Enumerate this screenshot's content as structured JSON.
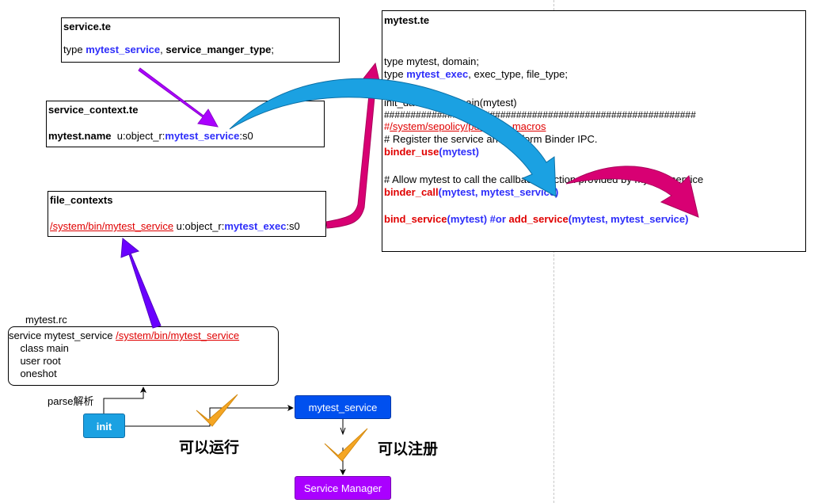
{
  "service_te": {
    "title": "service.te",
    "type_kw": "type ",
    "type_name": "mytest_service",
    "sep": ", ",
    "type_attr": "service_manger_type",
    "end": ";"
  },
  "service_context_te": {
    "title": "service_context.te",
    "name": "mytest.name",
    "ctx_prefix": "  u:object_r:",
    "ctx_type": "mytest_service",
    "ctx_suffix": ":s0"
  },
  "file_contexts": {
    "title": "file_contexts",
    "path": "/system/bin/mytest_service",
    "ctx_prefix": " u:object_r:",
    "ctx_type": "mytest_exec",
    "ctx_suffix": ":s0"
  },
  "mytest_te": {
    "title": "mytest.te",
    "line_type1": "type mytest, domain;",
    "line_type2_prefix": "type ",
    "line_type2_name": "mytest_exec",
    "line_type2_suffix": ", exec_type, file_type;",
    "line_init": "init_daemon_domain(mytest)",
    "line_hashes": "###########################################################",
    "line_macro_hash": "#",
    "line_macro_path": "/system/sepolicy/public/te_macros",
    "line_comment1": "# Register the service and perform Binder IPC.",
    "binder_use_fn": "binder_use",
    "binder_use_args": "(mytest)",
    "line_comment2": "# Allow mytest to call the callback function provided by mytest_service",
    "binder_call_fn": "binder_call",
    "binder_call_args": "(mytest, mytest_service)",
    "bind_service_fn": "bind_service",
    "bind_service_args": "(mytest) #or ",
    "add_service_fn": "add_service",
    "add_service_args": "(mytest, mytest_service)"
  },
  "mytest_rc": {
    "label": "mytest.rc",
    "line1_prefix": "service mytest_service ",
    "line1_path": "/system/bin/mytest_service",
    "line2": "    class main",
    "line3": "    user root",
    "line4": "    oneshot"
  },
  "parse_label": "parse解析",
  "init_node": "init",
  "mytest_service_node": "mytest_service",
  "service_manager_node": "Service Manager",
  "can_run": "可以运行",
  "can_register": "可以注册",
  "colors": {
    "purple_arrow": "#aa00ff",
    "violet_arrow": "#6a00ff",
    "magenta_arrow": "#d80073",
    "blue_arrow": "#1ba1e2",
    "init_fill": "#1ba1e2",
    "mytest_service_fill": "#0050ef",
    "service_manager_fill": "#aa00ff",
    "check": "#f5a623"
  }
}
